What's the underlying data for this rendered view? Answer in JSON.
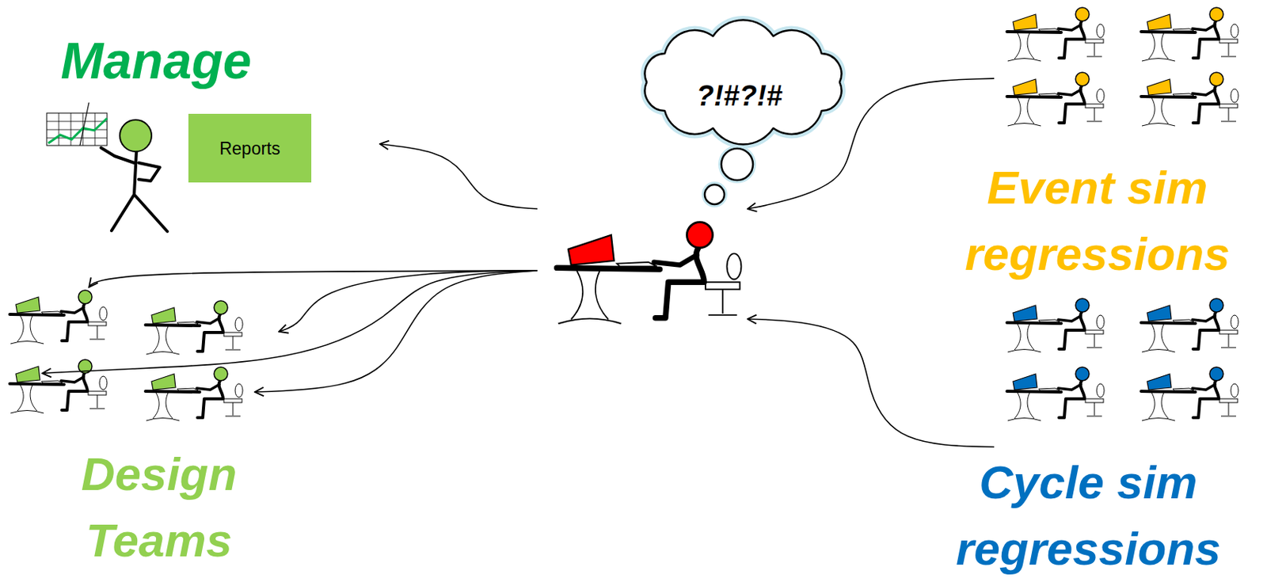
{
  "diagram": {
    "nodes": [
      {
        "text": [
          "Manage"
        ]
      },
      {
        "text": [
          "Reports"
        ],
        "in": 0
      },
      {
        "text": [
          "?!#?!#"
        ]
      },
      {
        "text": [
          "Event sim regressions"
        ]
      },
      {
        "text": [
          "Design Teams"
        ]
      },
      {
        "text": [
          "Cycle sim regressions"
        ]
      }
    ],
    "edges": [
      {
        "from": 2,
        "to": 0,
        "arrow": "to"
      },
      {
        "from": 2,
        "to": 4,
        "arrow": "to"
      },
      {
        "from": 2,
        "to": 4,
        "arrow": "to"
      },
      {
        "from": 2,
        "to": 4,
        "arrow": "to"
      },
      {
        "from": 2,
        "to": 4,
        "arrow": "to"
      },
      {
        "from": 3,
        "to": 2,
        "arrow": "to"
      },
      {
        "from": 5,
        "to": 2,
        "arrow": "to"
      }
    ]
  }
}
